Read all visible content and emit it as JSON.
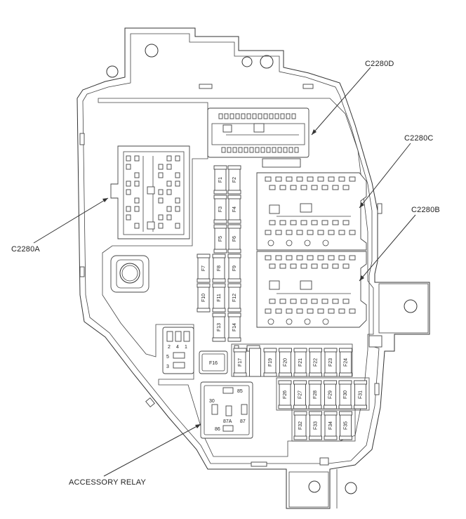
{
  "labels": {
    "c2280d": "C2280D",
    "c2280c": "C2280C",
    "c2280b": "C2280B",
    "c2280a": "C2280A",
    "accessory_relay": "ACCESSORY RELAY"
  },
  "fuses": {
    "f1": "F1",
    "f2": "F2",
    "f3": "F3",
    "f4": "F4",
    "f5": "F5",
    "f6": "F6",
    "f7": "F7",
    "f8": "F8",
    "f9": "F9",
    "f10": "F10",
    "f11": "F11",
    "f12": "F12",
    "f13": "F13",
    "f14": "F14",
    "f16": "F16",
    "f17": "F17",
    "f19": "F19",
    "f20": "F20",
    "f21": "F21",
    "f22": "F22",
    "f23": "F23",
    "f24": "F24",
    "f26": "F26",
    "f27": "F27",
    "f28": "F28",
    "f29": "F29",
    "f30": "F30",
    "f31": "F31",
    "f32": "F32",
    "f33": "F33",
    "f34": "F34",
    "f35": "F35"
  },
  "small_relay_pins": {
    "p2": "2",
    "p4": "4",
    "p1": "1",
    "p5": "5",
    "p3": "3"
  },
  "accessory_relay_pins": {
    "p30": "30",
    "p85": "85",
    "p87a": "87A",
    "p87": "87",
    "p86": "86"
  }
}
